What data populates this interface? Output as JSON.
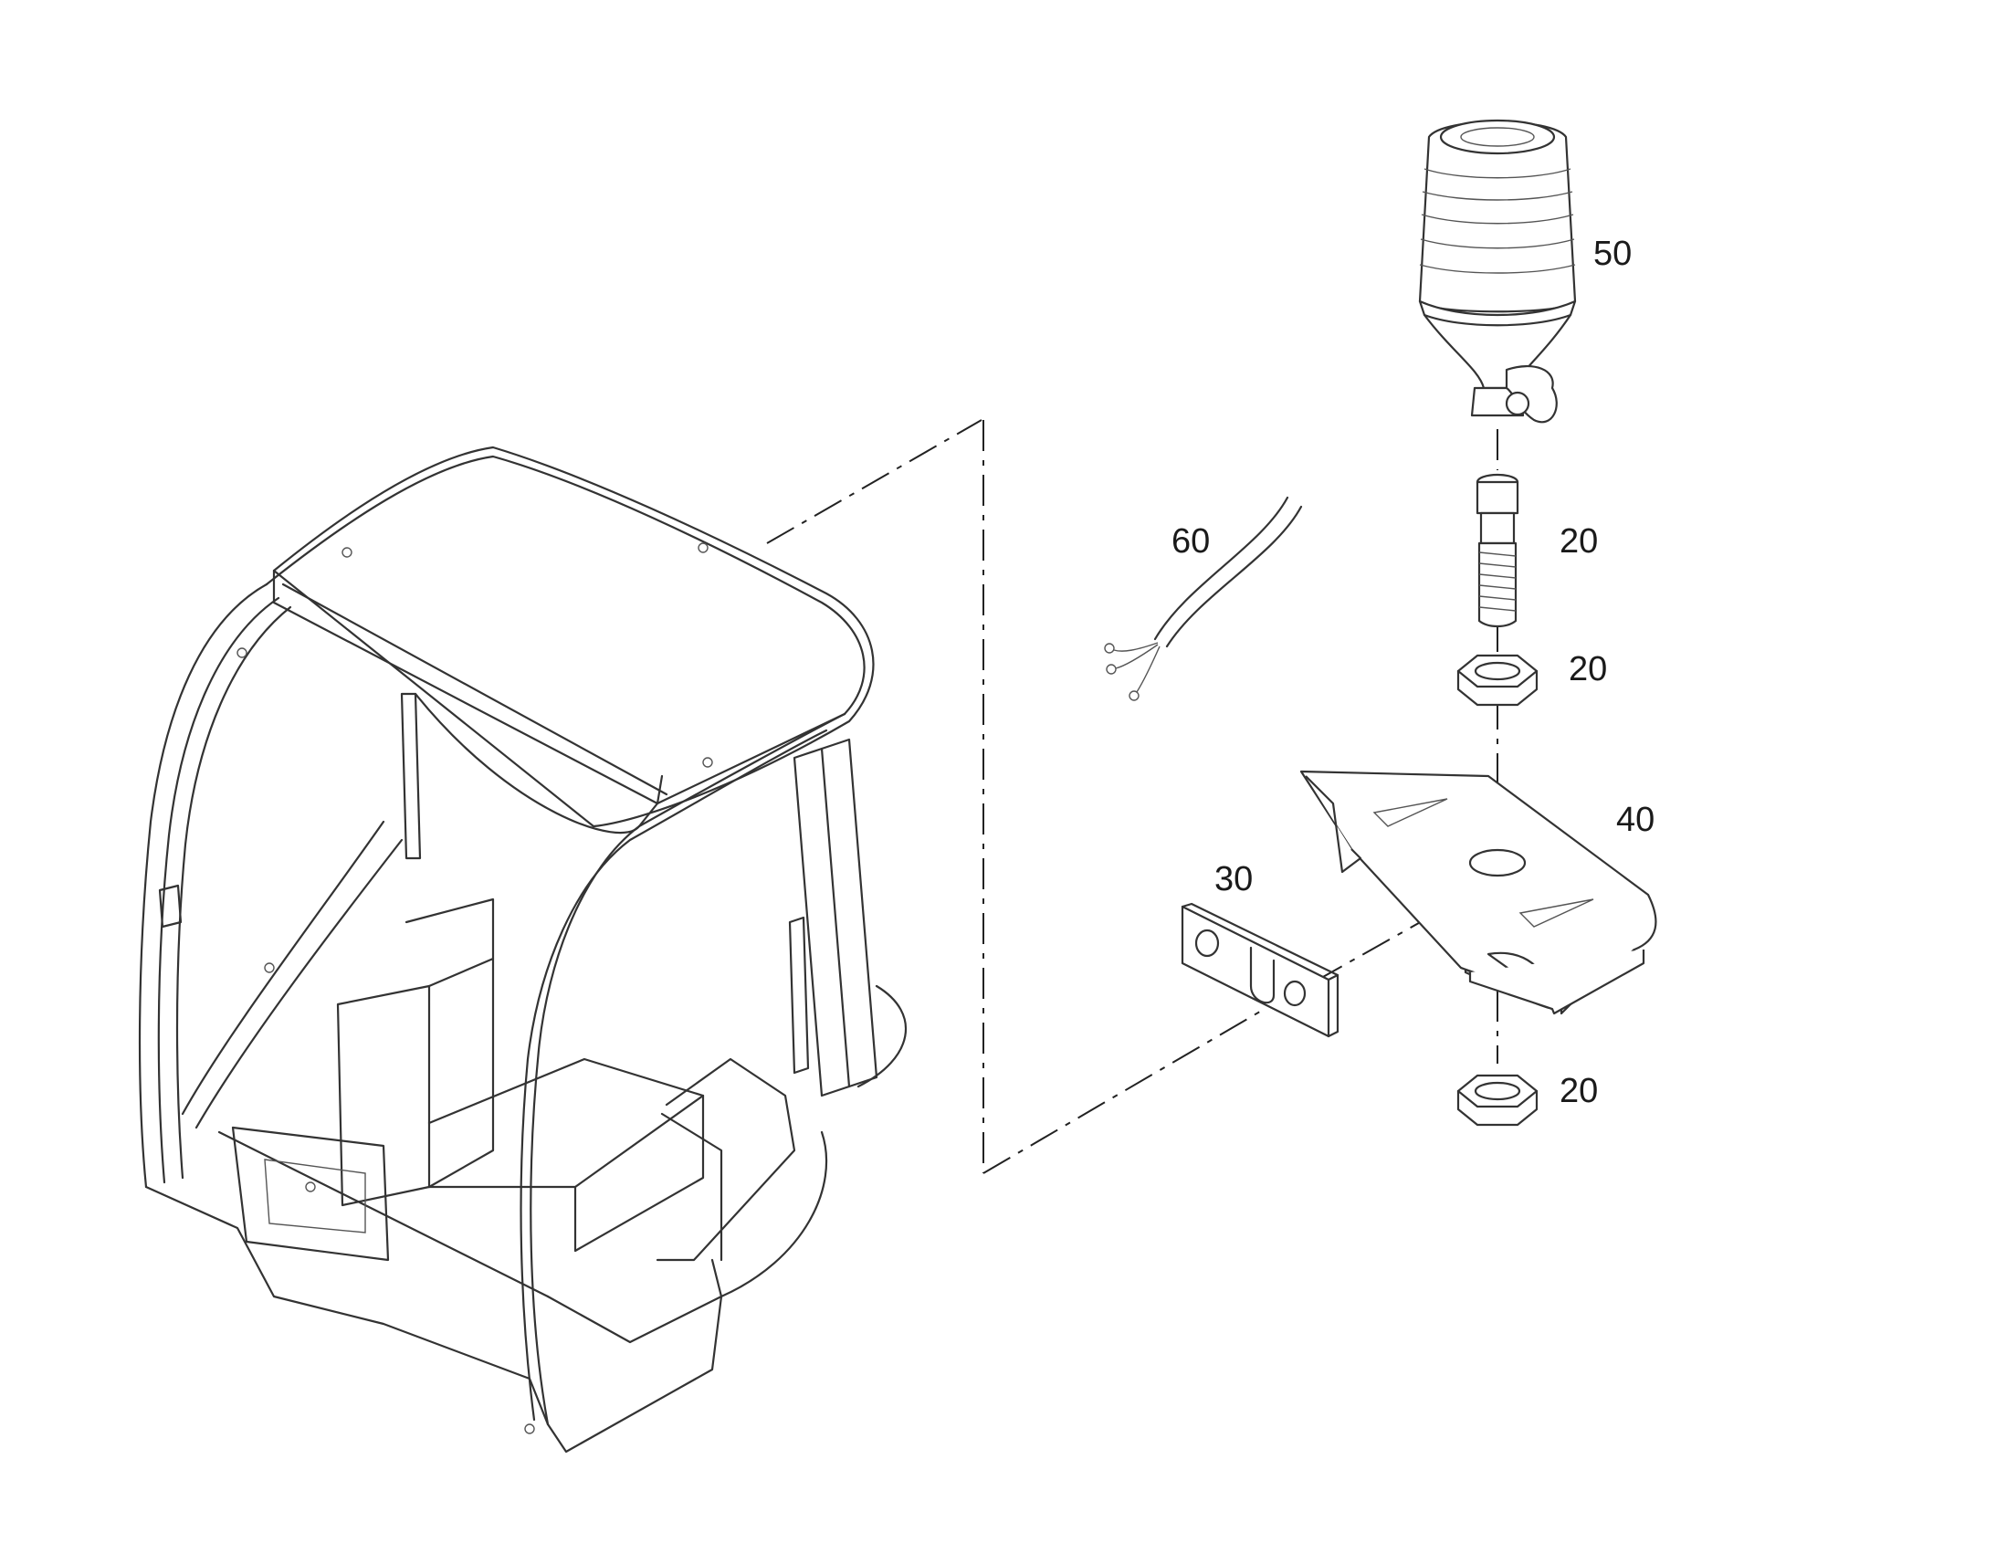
{
  "diagram": {
    "callouts": {
      "beacon": "50",
      "cable": "60",
      "stud": "20",
      "upper_nut": "20",
      "bracket": "40",
      "plate": "30",
      "lower_nut": "20"
    },
    "colors": {
      "ink": "#333333",
      "background": "#ffffff"
    }
  }
}
